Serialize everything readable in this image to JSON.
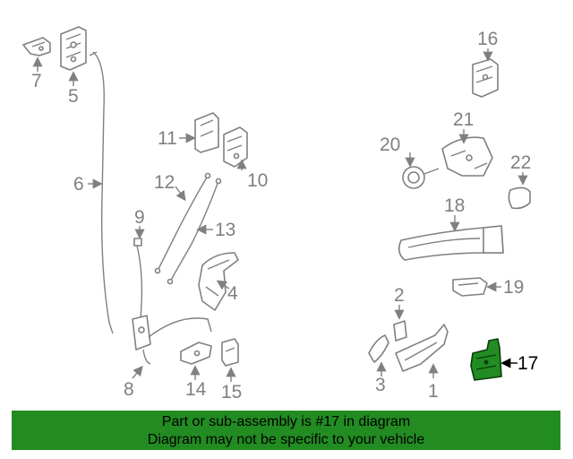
{
  "diagram": {
    "callouts": {
      "c1": "1",
      "c2": "2",
      "c3": "3",
      "c4": "4",
      "c5": "5",
      "c6": "6",
      "c7": "7",
      "c8": "8",
      "c9": "9",
      "c10": "10",
      "c11": "11",
      "c12": "12",
      "c13": "13",
      "c14": "14",
      "c15": "15",
      "c16": "16",
      "c17": "17",
      "c18": "18",
      "c19": "19",
      "c20": "20",
      "c21": "21",
      "c22": "22"
    },
    "highlighted_part": "17",
    "colors": {
      "highlight": "#228b22",
      "line": "#808080",
      "banner": "#228b22"
    }
  },
  "banner": {
    "line1": "Part or sub-assembly is #17 in diagram",
    "line2": "Diagram may not be specific to your vehicle"
  }
}
